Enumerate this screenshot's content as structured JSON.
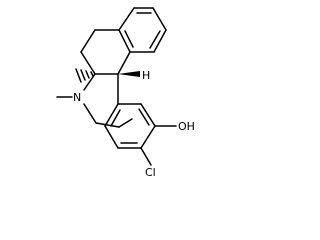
{
  "molecule": {
    "atoms": {
      "h_label": "H",
      "oh_label": "OH",
      "n_label": "N",
      "cl_label": "Cl"
    },
    "colors": {
      "bond": "#000000",
      "text": "#000000",
      "background": "#ffffff"
    }
  }
}
